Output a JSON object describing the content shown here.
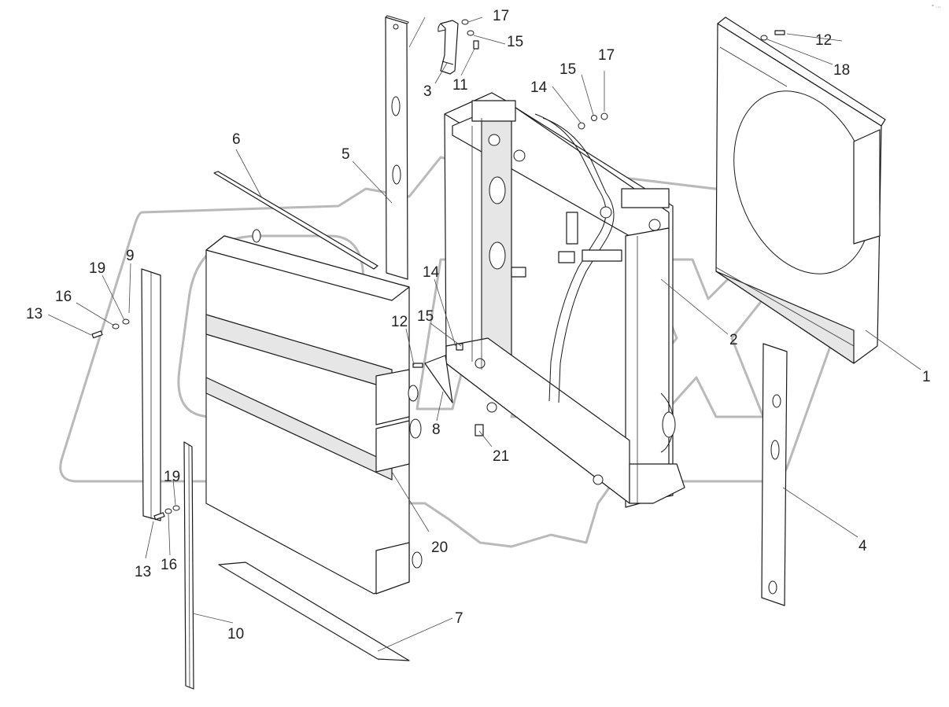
{
  "diagram": {
    "corner_mark": "° ···",
    "watermark": "OPEX",
    "callouts": [
      {
        "id": "c1",
        "label": "1"
      },
      {
        "id": "c2",
        "label": "2"
      },
      {
        "id": "c3",
        "label": "3"
      },
      {
        "id": "c4",
        "label": "4"
      },
      {
        "id": "c5",
        "label": "5"
      },
      {
        "id": "c6",
        "label": "6"
      },
      {
        "id": "c7",
        "label": "7"
      },
      {
        "id": "c8",
        "label": "8"
      },
      {
        "id": "c9",
        "label": "9"
      },
      {
        "id": "c10",
        "label": "10"
      },
      {
        "id": "c11",
        "label": "11"
      },
      {
        "id": "c12a",
        "label": "12"
      },
      {
        "id": "c12b",
        "label": "12"
      },
      {
        "id": "c13a",
        "label": "13"
      },
      {
        "id": "c13b",
        "label": "13"
      },
      {
        "id": "c14a",
        "label": "14"
      },
      {
        "id": "c14b",
        "label": "14"
      },
      {
        "id": "c15a",
        "label": "15"
      },
      {
        "id": "c15b",
        "label": "15"
      },
      {
        "id": "c15c",
        "label": "15"
      },
      {
        "id": "c16a",
        "label": "16"
      },
      {
        "id": "c16b",
        "label": "16"
      },
      {
        "id": "c17a",
        "label": "17"
      },
      {
        "id": "c17b",
        "label": "17"
      },
      {
        "id": "c18",
        "label": "18"
      },
      {
        "id": "c19a",
        "label": "19"
      },
      {
        "id": "c19b",
        "label": "19"
      },
      {
        "id": "c20",
        "label": "20"
      },
      {
        "id": "c21",
        "label": "21"
      }
    ]
  }
}
